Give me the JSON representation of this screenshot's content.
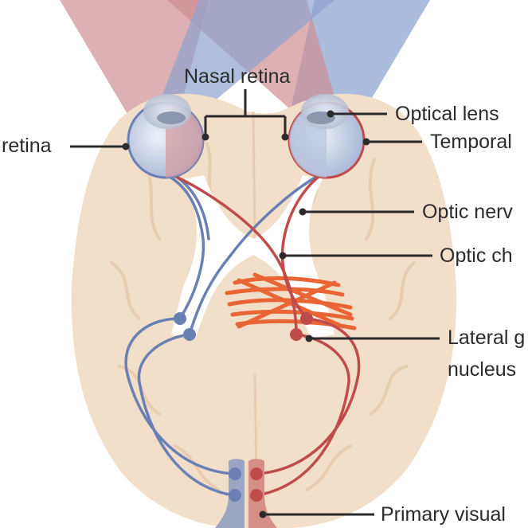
{
  "labels": {
    "nasal_retina": "Nasal retina",
    "temporal_retina_left": "retina",
    "optical_lens": "Optical lens",
    "temporal_retina_right": "Temporal",
    "optic_nerve": "Optic nerv",
    "optic_chiasm": "Optic ch",
    "lateral_geniculate_line1": "Lateral g",
    "lateral_geniculate_line2": "nucleus",
    "primary_visual": "Primary visual"
  },
  "colors": {
    "left_field": "#d1969c",
    "right_field": "#8fa6d2",
    "brain": "#f2dfc9",
    "brain_fold": "#e9cdb1",
    "blue_pathway": "#6a80b4",
    "red_pathway": "#bf4b4b",
    "chiasm": "#ea6536",
    "leader": "#2b2b2b"
  }
}
